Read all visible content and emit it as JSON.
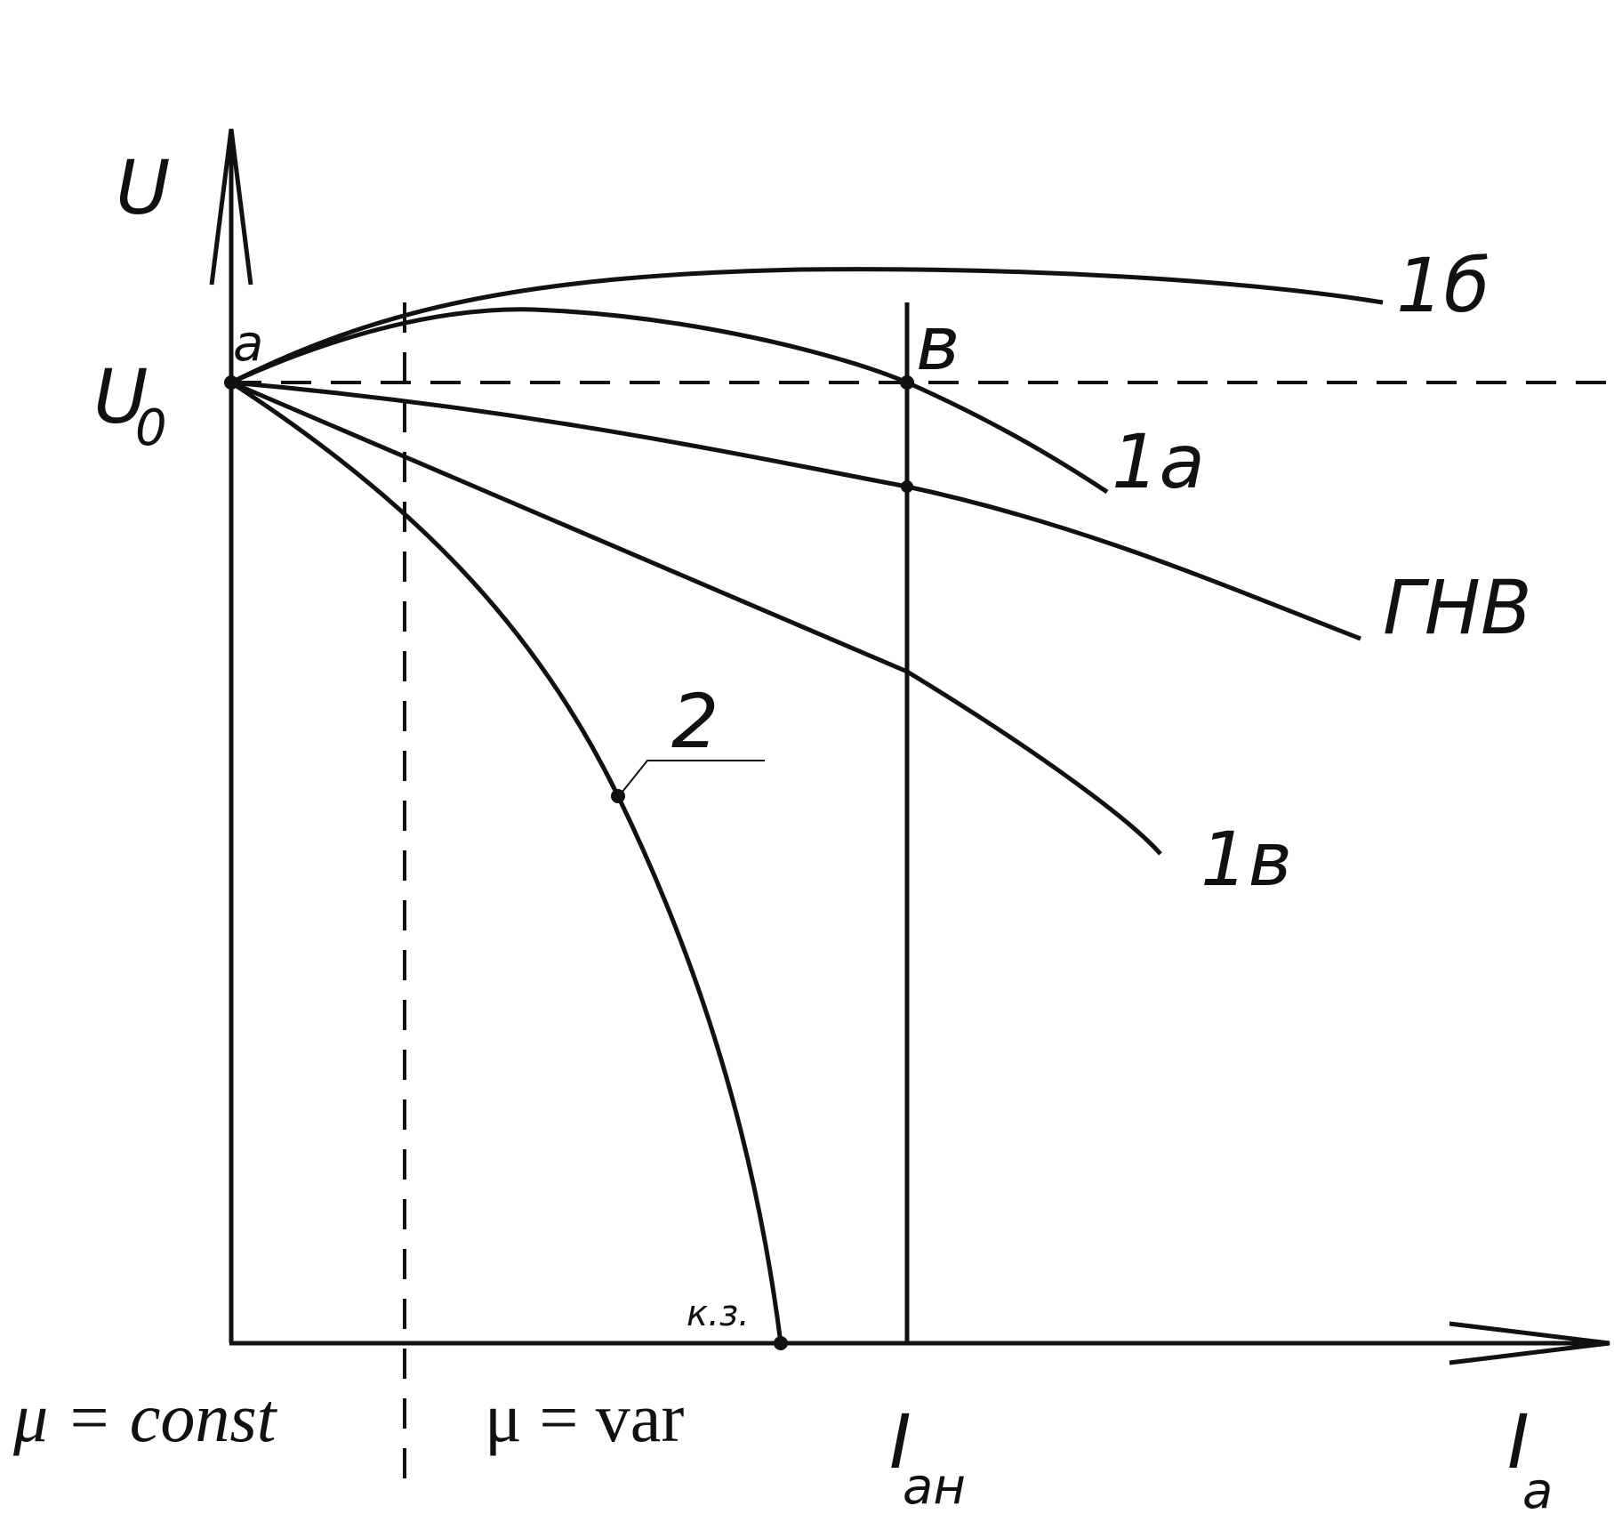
{
  "diagram": {
    "axis_y_label": "U",
    "axis_x_label_main": "I",
    "axis_x_label_sub": "a",
    "u0_main": "U",
    "u0_sub": "0",
    "point_a": "a",
    "point_v": "в",
    "ian_main": "I",
    "ian_sub": "aн",
    "kz_label": "к.з.",
    "curves": {
      "c1b": "1б",
      "c1a": "1a",
      "gnv": "ГНВ",
      "c1v": "1в",
      "c2": "2"
    },
    "region_left": "μ = const",
    "region_right": "μ = var"
  },
  "colors": {
    "line": "#111111",
    "background": "#ffffff"
  }
}
